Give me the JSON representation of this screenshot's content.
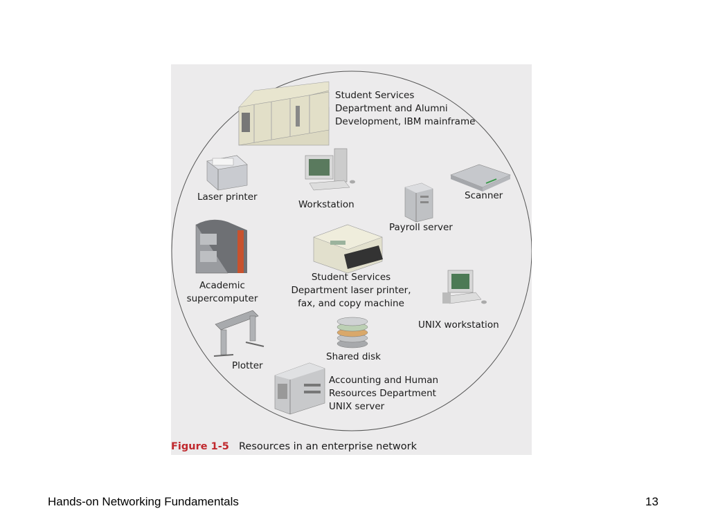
{
  "figure": {
    "labels": {
      "mainframe": "Student Services\nDepartment and Alumni\nDevelopment, IBM mainframe",
      "laser_printer": "Laser printer",
      "workstation": "Workstation",
      "scanner": "Scanner",
      "payroll_server": "Payroll server",
      "supercomputer": "Academic\nsupercomputer",
      "copy_machine": "Student Services\nDepartment laser printer,\nfax, and copy machine",
      "unix_workstation": "UNIX workstation",
      "shared_disk": "Shared disk",
      "plotter": "Plotter",
      "unix_server": "Accounting and Human\nResources Department\nUNIX server"
    },
    "caption_number": "Figure 1-5",
    "caption_text": "Resources in an enterprise network"
  },
  "footer": {
    "title": "Hands-on Networking Fundamentals",
    "page": "13"
  }
}
